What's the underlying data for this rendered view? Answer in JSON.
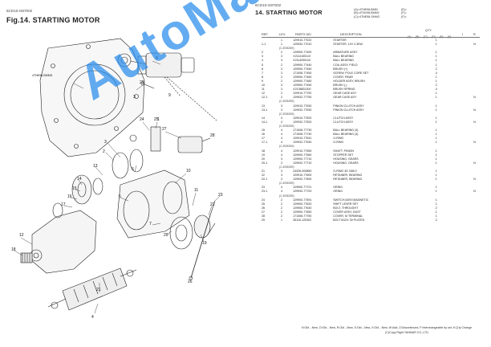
{
  "left_page": {
    "doc_code": "6CD10-G87002",
    "title": "Fig.14.  STARTING MOTOR",
    "engine_plate_label": "4TNE98-BMMD",
    "callouts": [
      "8",
      "3",
      "9",
      "1",
      "3",
      "2",
      "4",
      "5",
      "6",
      "7",
      "10",
      "11",
      "12",
      "13",
      "14",
      "15",
      "16",
      "17",
      "18",
      "19",
      "20",
      "21",
      "22",
      "23",
      "24",
      "25",
      "26",
      "27",
      "28",
      "29"
    ]
  },
  "right_page": {
    "doc_code": "6CD10-G87002",
    "title": "14.  STARTING MOTOR",
    "models": [
      {
        "text": "(A)=4TNE98-BMM",
        "code": "(E)="
      },
      {
        "text": "(B)=4TNV98-BMM2",
        "code": "(F)="
      },
      {
        "text": "(C)=4TNE98-SHMG",
        "code": "(F)="
      }
    ],
    "headers": {
      "ref": "REF.",
      "lev": "LEV.",
      "parts_no": "PARTS NO.",
      "description": "DESCRIPTION",
      "qty": "QTY",
      "qty_cols": [
        "(A)",
        "(B)",
        "(C)",
        "(D)",
        "(E)",
        "(F)"
      ],
      "i": "I",
      "r": "R"
    },
    "rows": [
      {
        "ref": "",
        "lev": "1",
        "pn": "129910-77022",
        "desc": "STARTER",
        "q": [
          "",
          "",
          "1",
          "",
          "",
          ""
        ],
        "i": "",
        "r": ""
      },
      {
        "ref": "1-1",
        "lev": "1",
        "pn": "129932-77010",
        "desc": "STARTER, 12V 2.3KW",
        "q": [
          "",
          "",
          "1",
          "",
          "",
          ""
        ],
        "i": "",
        "r": "N"
      },
      {
        "serial": "(C-E05259)"
      },
      {
        "ref": "2",
        "lev": "2",
        "pn": "129900-77400",
        "desc": "ARMATURE ASSY",
        "q": [
          "",
          "",
          "1",
          "",
          "",
          ""
        ],
        "i": "",
        "r": ""
      },
      {
        "ref": "3",
        "lev": "3",
        "pn": "X2114155110",
        "desc": "BALL BEARING",
        "q": [
          "",
          "",
          "1",
          "",
          "",
          ""
        ],
        "i": "",
        "r": ""
      },
      {
        "ref": "4",
        "lev": "3",
        "pn": "X2114255110",
        "desc": "BALL BEARING",
        "q": [
          "",
          "",
          "1",
          "",
          "",
          ""
        ],
        "i": "",
        "r": ""
      },
      {
        "ref": "5",
        "lev": "2",
        "pn": "129900-77440",
        "desc": "COIL ASSY, FIELD",
        "q": [
          "",
          "",
          "1",
          "",
          "",
          ""
        ],
        "i": "",
        "r": ""
      },
      {
        "ref": "6",
        "lev": "3",
        "pn": "129900-77450",
        "desc": "BRUSH (+)",
        "q": [
          "",
          "",
          "2",
          "",
          "",
          ""
        ],
        "i": "",
        "r": ""
      },
      {
        "ref": "7",
        "lev": "3",
        "pn": "171008-77450",
        "desc": "SCREW, POLE CORE SET",
        "q": [
          "",
          "",
          "4",
          "",
          "",
          ""
        ],
        "i": "",
        "r": ""
      },
      {
        "ref": "8",
        "lev": "2",
        "pn": "129900-77460",
        "desc": "COVER, REAR",
        "q": [
          "",
          "",
          "1",
          "",
          "",
          ""
        ],
        "i": "",
        "r": ""
      },
      {
        "ref": "9",
        "lev": "2",
        "pn": "129900-77480",
        "desc": "HOLDER ASSY, BRUSH",
        "q": [
          "",
          "",
          "1",
          "",
          "",
          ""
        ],
        "i": "",
        "r": ""
      },
      {
        "ref": "10",
        "lev": "3",
        "pn": "129900-77450",
        "desc": "BRUSH (-)",
        "q": [
          "",
          "",
          "2",
          "",
          "",
          ""
        ],
        "i": "",
        "r": ""
      },
      {
        "ref": "11",
        "lev": "3",
        "pn": "X2138631300",
        "desc": "BRUSH SPRING",
        "q": [
          "",
          "",
          "4",
          "",
          "",
          ""
        ],
        "i": "",
        "r": ""
      },
      {
        "ref": "12",
        "lev": "2",
        "pn": "129910-77752",
        "desc": "GEAR CASE ASY",
        "q": [
          "",
          "",
          "1",
          "",
          "",
          ""
        ],
        "i": "",
        "r": ""
      },
      {
        "ref": "12-1",
        "lev": "2",
        "pn": "129932-77750",
        "desc": "GEAR CASE ASY",
        "q": [
          "",
          "",
          "1",
          "",
          "",
          ""
        ],
        "i": "",
        "r": "N"
      },
      {
        "serial": "(C-E05259)"
      },
      {
        "ref": "13",
        "lev": "3",
        "pn": "129910-77530",
        "desc": "PINION CLUTCH ASSY",
        "q": [
          "",
          "",
          "1",
          "",
          "",
          ""
        ],
        "i": "",
        "r": ""
      },
      {
        "ref": "13-1",
        "lev": "3",
        "pn": "129932-77530",
        "desc": "PINION CLUTCH ASSY",
        "q": [
          "",
          "",
          "1",
          "",
          "",
          ""
        ],
        "i": "",
        "r": "N"
      },
      {
        "serial": "(C-E05259)"
      },
      {
        "ref": "14",
        "lev": "4",
        "pn": "129910-77520",
        "desc": "CLUTCH ASSY",
        "q": [
          "",
          "",
          "1",
          "",
          "",
          ""
        ],
        "i": "",
        "r": ""
      },
      {
        "ref": "14-1",
        "lev": "4",
        "pn": "129932-77520",
        "desc": "CLUTCH ASSY",
        "q": [
          "",
          "",
          "1",
          "",
          "",
          ""
        ],
        "i": "",
        "r": "N"
      },
      {
        "serial": "(C-E05259)"
      },
      {
        "ref": "15",
        "lev": "4",
        "pn": "171008-77730",
        "desc": "BALL BEARING (3)",
        "q": [
          "",
          "",
          "1",
          "",
          "",
          ""
        ],
        "i": "",
        "r": ""
      },
      {
        "ref": "16",
        "lev": "4",
        "pn": "171008-77740",
        "desc": "BALL BEARING (4)",
        "q": [
          "",
          "",
          "1",
          "",
          "",
          ""
        ],
        "i": "",
        "r": ""
      },
      {
        "ref": "17",
        "lev": "4",
        "pn": "129910-77541",
        "desc": "O-RING",
        "q": [
          "",
          "",
          "1",
          "",
          "",
          ""
        ],
        "i": "",
        "r": ""
      },
      {
        "ref": "17-1",
        "lev": "4",
        "pn": "129932-77540",
        "desc": "O-RING",
        "q": [
          "",
          "",
          "1",
          "",
          "",
          ""
        ],
        "i": "",
        "r": "N"
      },
      {
        "serial": "(C-E05259)"
      },
      {
        "ref": "18",
        "lev": "4",
        "pn": "129910-77550",
        "desc": "SHAFT, PINION",
        "q": [
          "",
          "",
          "1",
          "",
          "",
          ""
        ],
        "i": "",
        "r": ""
      },
      {
        "ref": "19",
        "lev": "4",
        "pn": "129900-77560",
        "desc": "STOPPER SET",
        "q": [
          "",
          "",
          "1",
          "",
          "",
          ""
        ],
        "i": "",
        "r": ""
      },
      {
        "ref": "20",
        "lev": "3",
        "pn": "129900-77710",
        "desc": "HOUSING, GEARS",
        "q": [
          "",
          "",
          "1",
          "",
          "",
          ""
        ],
        "i": "",
        "r": ""
      },
      {
        "ref": "20-1",
        "lev": "3",
        "pn": "129932-77710",
        "desc": "HOUSING, GEARS",
        "q": [
          "",
          "",
          "1",
          "",
          "",
          ""
        ],
        "i": "",
        "r": "N"
      },
      {
        "serial": "(C-E05259)"
      },
      {
        "ref": "21",
        "lev": "3",
        "pn": "24326-000850",
        "desc": "O-RING 4D G85.0",
        "q": [
          "",
          "",
          "1",
          "",
          "",
          ""
        ],
        "i": "",
        "r": ""
      },
      {
        "ref": "22",
        "lev": "3",
        "pn": "129910-77600",
        "desc": "RETAINER, BEARING",
        "q": [
          "",
          "",
          "1",
          "",
          "",
          ""
        ],
        "i": "",
        "r": ""
      },
      {
        "ref": "22-1",
        "lev": "3",
        "pn": "129932-77600",
        "desc": "RETAINER, BEARING",
        "q": [
          "",
          "",
          "1",
          "",
          "",
          ""
        ],
        "i": "",
        "r": "N"
      },
      {
        "serial": "(C-E05259)"
      },
      {
        "ref": "23",
        "lev": "4",
        "pn": "129900-77721",
        "desc": "ORING",
        "q": [
          "",
          "",
          "1",
          "",
          "",
          ""
        ],
        "i": "",
        "r": ""
      },
      {
        "ref": "23-1",
        "lev": "4",
        "pn": "129932-77720",
        "desc": "ORING",
        "q": [
          "",
          "",
          "1",
          "",
          "",
          ""
        ],
        "i": "",
        "r": "N"
      },
      {
        "serial": "(C-E05259)"
      },
      {
        "ref": "24",
        "lev": "2",
        "pn": "129900-77591",
        "desc": "SWITCH ASSY,MAGNETIC",
        "q": [
          "",
          "",
          "1",
          "",
          "",
          ""
        ],
        "i": "",
        "r": ""
      },
      {
        "ref": "25",
        "lev": "2",
        "pn": "129900-77620",
        "desc": "SHIFT LEVER SET",
        "q": [
          "",
          "",
          "1",
          "",
          "",
          ""
        ],
        "i": "",
        "r": ""
      },
      {
        "ref": "26",
        "lev": "2",
        "pn": "129900-77640",
        "desc": "BOLT, THROUGHT",
        "q": [
          "",
          "",
          "2",
          "",
          "",
          ""
        ],
        "i": "",
        "r": ""
      },
      {
        "ref": "27",
        "lev": "2",
        "pn": "129900-77650",
        "desc": "COVER ASSY, DUST",
        "q": [
          "",
          "",
          "1",
          "",
          "",
          ""
        ],
        "i": "",
        "r": ""
      },
      {
        "ref": "28",
        "lev": "2",
        "pn": "171008-77750",
        "desc": "COVER, M TERMINAL",
        "q": [
          "",
          "",
          "1",
          "",
          "",
          ""
        ],
        "i": "",
        "r": ""
      },
      {
        "ref": "29",
        "lev": "1",
        "pn": "26116-120302",
        "desc": "BOLT M12X 30 PLATED",
        "q": [
          "",
          "",
          "2",
          "",
          "",
          ""
        ],
        "i": "",
        "r": ""
      }
    ],
    "footer_legend": "N:Old→New, O:Old←New, R:Old→New, S:Old→New, X:Old→New, W:Add, Z:Discontinued, F:Interchangeable by set, K:Q'ty Change",
    "footer_copyright": "(C)Copy Right YANMAR CO.,LTD."
  },
  "watermark": "AutoManual"
}
